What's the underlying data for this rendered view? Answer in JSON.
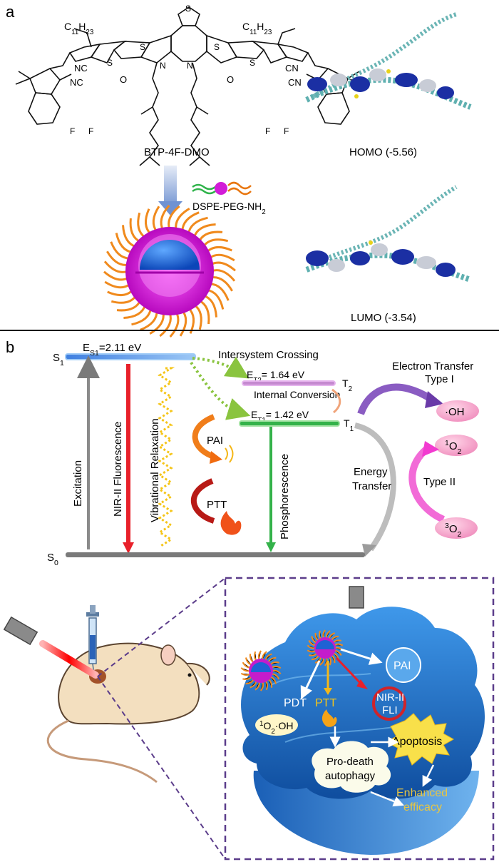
{
  "panel_a": {
    "letter": "a",
    "chem": {
      "alkyl_left": "C11H23",
      "alkyl_right": "C11H23",
      "nitrile": "NC",
      "nitrile_right": "CN",
      "carbonyl": "O",
      "sulfur": "S",
      "nitrogen": "N",
      "fluorine": "F"
    },
    "molecule_name": "BTP-4F-DMO",
    "polymer_label": "DSPE-PEG-NH2",
    "homo_label": "HOMO (-5.56)",
    "lumo_label": "LUMO (-3.54)"
  },
  "panel_b": {
    "letter": "b",
    "s1": "S1",
    "s0": "S0",
    "t1": "T1",
    "t2": "T2",
    "es1": "ES1=2.11 eV",
    "et2": "ET2= 1.64 eV",
    "et1": "ET1= 1.42 eV",
    "isc": "Intersystem Crossing",
    "internal_conversion": "Internal Conversion",
    "electron_transfer": "Electron Transfer",
    "type1": "Type I",
    "type2": "Type II",
    "oh": "·OH",
    "singlet_oxygen": "1O2",
    "triplet_oxygen": "3O2",
    "pai": "PAI",
    "ptt": "PTT",
    "excitation": "Excitation",
    "nir_fluorescence": "NIR-II Fluorescence",
    "vibrational_relaxation": "Vibrational Relaxation",
    "phosphorescence": "Phosphorescence",
    "energy_transfer": "Energy Transfer"
  },
  "panel_c": {
    "pai": "PAI",
    "pdt": "PDT",
    "ptt": "PTT",
    "nir_fli": "NIR-II FLI",
    "ros": "1O2·OH",
    "apoptosis": "Apoptosis",
    "autophagy": "Pro-death autophagy",
    "efficacy": "Enhanced efficacy"
  },
  "colors": {
    "s1_level": "#6fa8e8",
    "t2_level": "#d59bd8",
    "t1_level": "#34b24a",
    "ground": "#7a7a7a",
    "fluorescence": "#e8202a",
    "isc_dots": "#8ac43f",
    "vibrational": "#f5c518",
    "tumor": "#2b7fd6",
    "dash_box": "#5b3c8a",
    "efficacy_text": "#e8c642"
  }
}
